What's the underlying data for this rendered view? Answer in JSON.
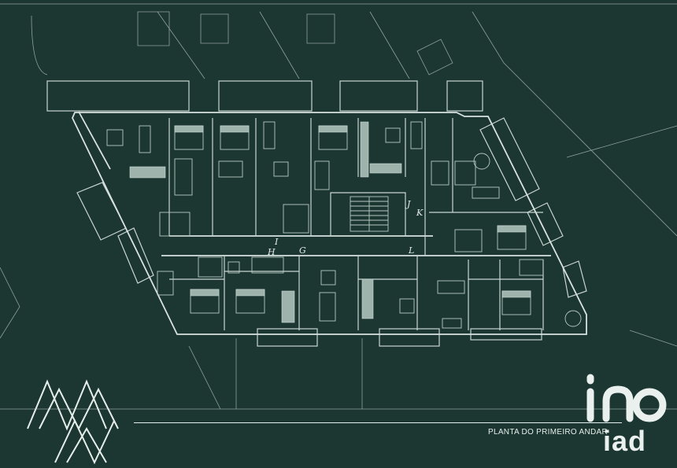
{
  "caption": "PLANTA DO PRIMEIRO ANDAR",
  "brand": "iad",
  "unit_labels": [
    "I",
    "H",
    "G",
    "J",
    "K",
    "L"
  ],
  "colors": {
    "background": "#1c3632",
    "lines": "#c9d6d2",
    "text": "#e6eeeb"
  }
}
